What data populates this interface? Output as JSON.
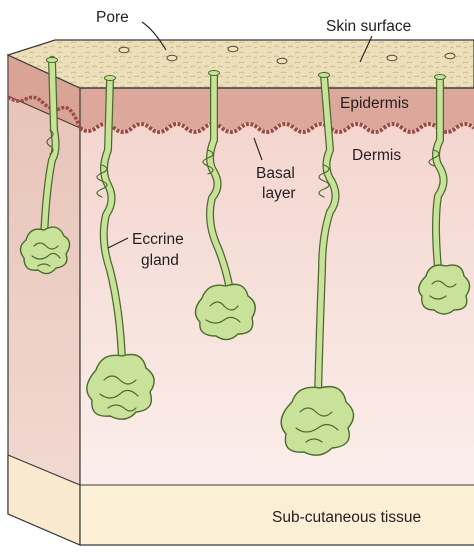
{
  "labels": {
    "pore": "Pore",
    "skin_surface": "Skin surface",
    "epidermis": "Epidermis",
    "dermis": "Dermis",
    "basal_line1": "Basal",
    "basal_line2": "layer",
    "eccrine_line1": "Eccrine",
    "eccrine_line2": "gland",
    "subcutaneous": "Sub-cutaneous tissue"
  },
  "colors": {
    "surface": "#ede2c0",
    "epidermis": "#dba89b",
    "dermis": "#f6e0db",
    "subcutaneous": "#fbf0d6",
    "basal_layer": "#9a4b45",
    "gland": "#c9e29a",
    "gland_outline": "#4b6a2f",
    "outline": "#3a3a3a"
  }
}
